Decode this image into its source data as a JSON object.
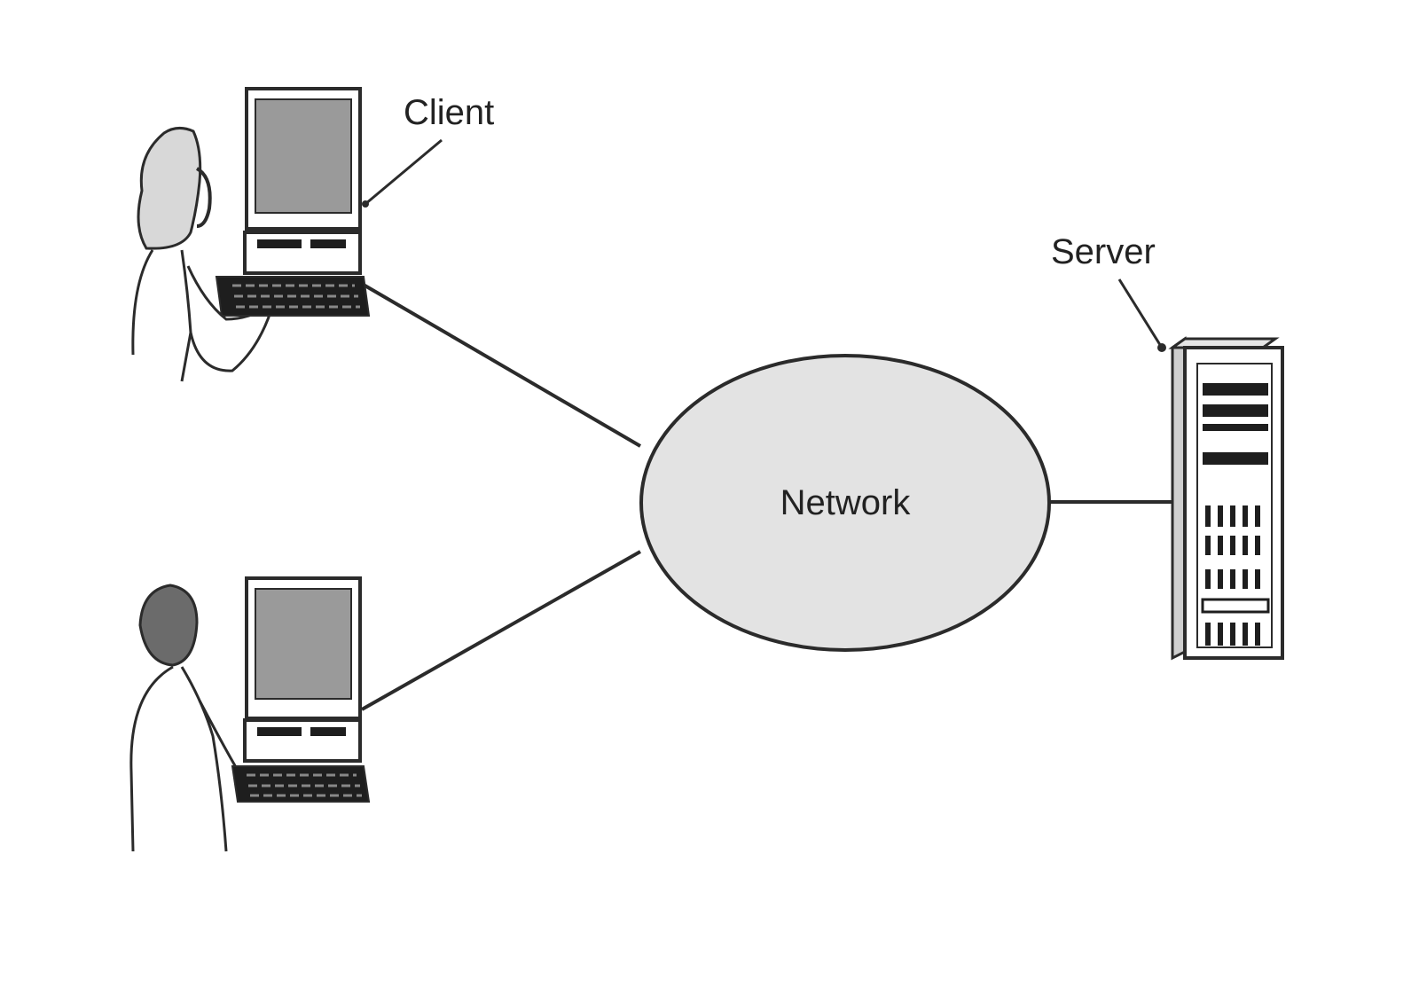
{
  "labels": {
    "client": "Client",
    "server": "Server",
    "network": "Network"
  },
  "colors": {
    "background": "#ffffff",
    "line": "#2b2b2b",
    "network_fill": "#e3e3e3",
    "screen_fill": "#9a9a9a",
    "hair_light": "#d8d8d8",
    "hair_dark": "#6b6b6b",
    "device_dark": "#1e1e1e"
  }
}
